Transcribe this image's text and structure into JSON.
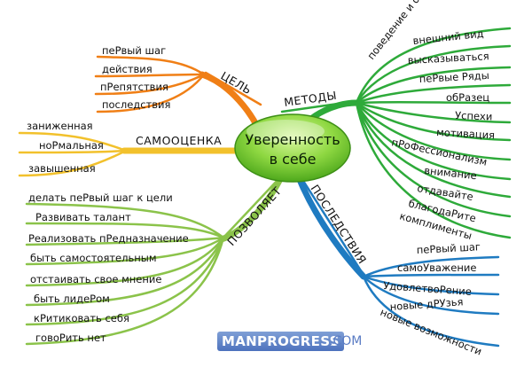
{
  "center": {
    "line1": "Уверенность",
    "line2": "в себе"
  },
  "branches": {
    "goal": {
      "label": "ЦЕЛЬ",
      "color": "#f07f16",
      "items": [
        "пеРвый шаг",
        "действия",
        "пРепятствия",
        "последствия"
      ]
    },
    "self_esteem": {
      "label": "САМООЦЕНКА",
      "color": "#f2c12c",
      "items": [
        "заниженная",
        "ноРмальная",
        "завышенная"
      ]
    },
    "allows": {
      "label": "ПОЗВОЛЯЕТ",
      "color": "#8bc34a",
      "items": [
        "делать пеРвый шаг к цели",
        "Развивать талант",
        "Реализовать пРедназначение",
        "быть самостоятельным",
        "отстаивать свое мнение",
        "быть лидеРом",
        "кРитиковать себя",
        "говоРить нет"
      ]
    },
    "methods": {
      "label": "МЕТОДЫ",
      "color": "#2eaa3a",
      "items": [
        "поведение и общение",
        "внешний вид",
        "высказываться",
        "пеРвые Ряды",
        "обРазец",
        "Успехи",
        "мотивация",
        "пРоФессионализм",
        "внимание",
        "отдавайте",
        "благодаРите",
        "комплименты"
      ]
    },
    "consequences": {
      "label": "ПОСЛЕДСТВИЯ",
      "color": "#1f7bc1",
      "items": [
        "пеРвый шаг",
        "самоУважение",
        "УдовлетвоРение",
        "новые дРУзья",
        "новые возможности"
      ]
    }
  },
  "watermark": {
    "main": "MANPROGRESS",
    "suffix": ".COM"
  }
}
